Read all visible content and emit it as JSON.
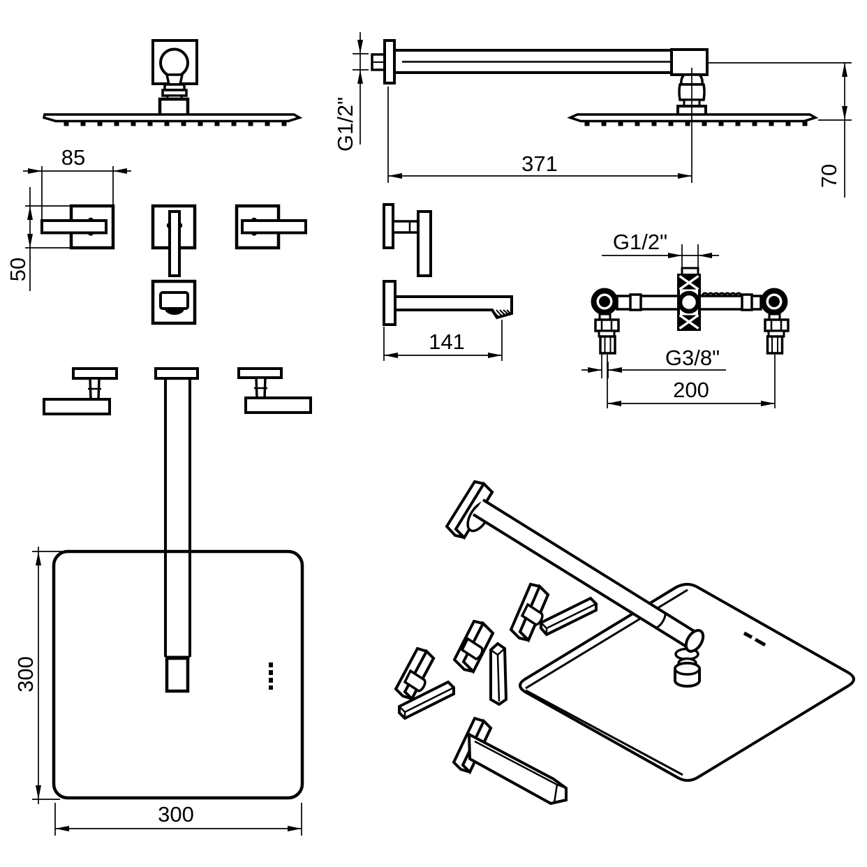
{
  "drawing": {
    "type": "technical-installation-diagram",
    "colors": {
      "ink": "#000000",
      "background": "#ffffff"
    },
    "labels": {
      "dim_85": "85",
      "dim_50": "50",
      "thread_arm": "G1/2\"",
      "dim_371": "371",
      "dim_70": "70",
      "dim_141": "141",
      "thread_mixer_outlet": "G1/2\"",
      "thread_mixer_inlet": "G3/8\"",
      "dim_200": "200",
      "dim_300_height": "300",
      "dim_300_width": "300"
    }
  }
}
